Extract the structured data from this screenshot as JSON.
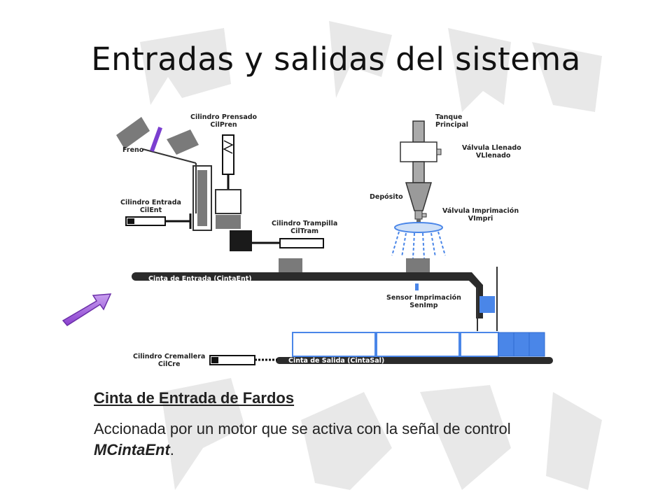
{
  "slide": {
    "title": "Entradas y salidas del sistema"
  },
  "diagram": {
    "labels": {
      "cil_prensado": "Cilindro Prensado\nCilPren",
      "freno": "Freno",
      "cil_entrada": "Cilindro Entrada\nCilEnt",
      "cil_trampilla": "Cilindro Trampilla\nCilTram",
      "tanque": "Tanque\nPrincipal",
      "valvula_llenado": "Válvula Llenado\nVLlenado",
      "deposito": "Depósito",
      "valvula_imprimacion": "Válvula Imprimación\nVImpri",
      "sensor": "Sensor Imprimación\nSenImp",
      "cil_cremallera": "Cilindro Cremallera\nCilCre",
      "cinta_entrada": "Cinta de Entrada (CintaEnt)",
      "cinta_salida": "Cinta de Salida (CintaSal)"
    },
    "colors": {
      "belt": "#2b2b2b",
      "box": "#7a7a7a",
      "dark": "#1a1a1a",
      "blue": "#4a86e8",
      "brake": "#7b3fd0",
      "arrow": "#9b59d6"
    }
  },
  "section": {
    "heading": "Cinta de Entrada de Fardos",
    "text_before": "Accionada por un motor que se activa con la señal de control ",
    "signal": "MCintaEnt",
    "text_after": "."
  }
}
